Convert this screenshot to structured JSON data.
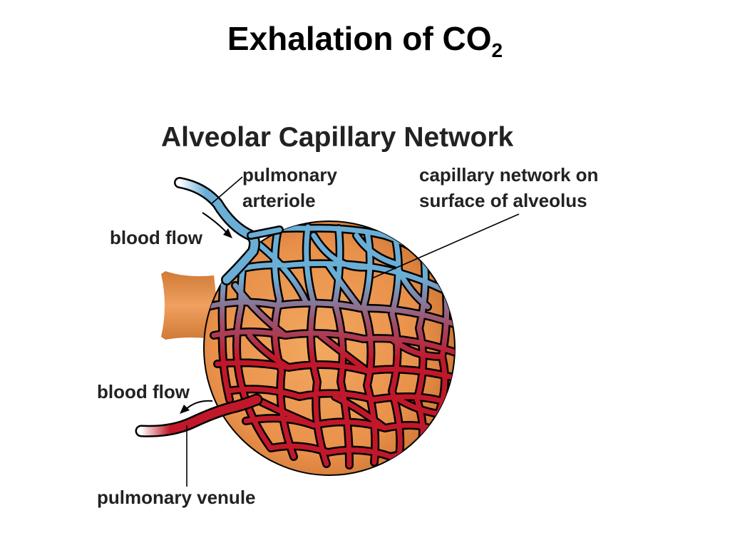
{
  "slide": {
    "title_main": "Exhalation of CO",
    "title_subscript": "2"
  },
  "diagram": {
    "title": "Alveolar Capillary Network",
    "labels": {
      "pulmonary_arteriole_line1": "pulmonary",
      "pulmonary_arteriole_line2": "arteriole",
      "capillary_network_line1": "capillary network on",
      "capillary_network_line2": "surface of alveolus",
      "blood_flow_in": "blood flow",
      "blood_flow_out": "blood flow",
      "pulmonary_venule": "pulmonary venule"
    },
    "colors": {
      "alveolus_orange": "#e89048",
      "deoxygenated_blue": "#6aaed6",
      "oxygenated_red": "#c0182a"
    }
  }
}
